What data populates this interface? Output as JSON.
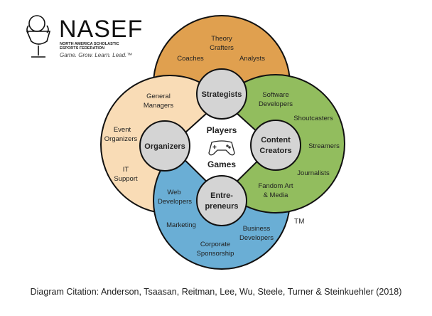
{
  "logo": {
    "title": "NASEF",
    "line1": "NORTH AMERICA SCHOLASTIC",
    "line2": "ESPORTS FEDERATION",
    "tagline": "Game. Grow. Learn. Lead.™"
  },
  "center": {
    "top": "Players",
    "bottom": "Games",
    "icon": "gamepad-icon"
  },
  "hubs": {
    "top": "Strategists",
    "left": "Organizers",
    "right_1": "Content",
    "right_2": "Creators",
    "bottom_1": "Entre-",
    "bottom_2": "preneurs"
  },
  "top_roles": {
    "theory_1": "Theory",
    "theory_2": "Crafters",
    "coaches": "Coaches",
    "analysts": "Analysts"
  },
  "left_roles": {
    "gm_1": "General",
    "gm_2": "Managers",
    "event_1": "Event",
    "event_2": "Organizers",
    "it_1": "IT",
    "it_2": "Support"
  },
  "right_roles": {
    "sw_1": "Software",
    "sw_2": "Developers",
    "shout": "Shoutcasters",
    "stream": "Streamers",
    "journ": "Journalists",
    "fan_1": "Fandom Art",
    "fan_2": "& Media"
  },
  "bottom_roles": {
    "web_1": "Web",
    "web_2": "Developers",
    "marketing": "Marketing",
    "biz_1": "Business",
    "biz_2": "Developers",
    "corp_1": "Corporate",
    "corp_2": "Sponsorship"
  },
  "trademark": "TM",
  "caption": "Diagram Citation: Anderson, Tsaasan, Reitman, Lee, Wu, Steele, Turner & Steinkuehler (2018)",
  "colors": {
    "top": "#e0a04f",
    "left": "#f9dcb6",
    "right": "#92bd5e",
    "bottom": "#6aaed5",
    "hub": "#d4d4d4"
  }
}
